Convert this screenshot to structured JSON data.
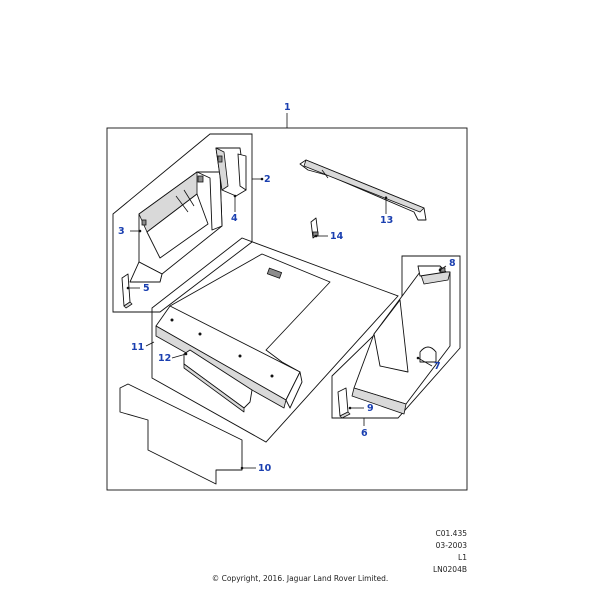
{
  "callouts": [
    {
      "id": "1",
      "text": "1"
    },
    {
      "id": "2",
      "text": "2"
    },
    {
      "id": "3",
      "text": "3"
    },
    {
      "id": "4",
      "text": "4"
    },
    {
      "id": "5",
      "text": "5"
    },
    {
      "id": "6",
      "text": "6"
    },
    {
      "id": "7",
      "text": "7"
    },
    {
      "id": "8",
      "text": "8"
    },
    {
      "id": "9",
      "text": "9"
    },
    {
      "id": "10",
      "text": "10"
    },
    {
      "id": "11",
      "text": "11"
    },
    {
      "id": "12",
      "text": "12"
    },
    {
      "id": "13",
      "text": "13"
    },
    {
      "id": "14",
      "text": "14"
    }
  ],
  "footer": {
    "code": "C01.435",
    "date": "03-2003",
    "level": "L1",
    "illustration_id": "LN0204B",
    "copyright": "© Copyright, 2016. Jaguar Land Rover Limited."
  },
  "colors": {
    "callout": "#1a3fb0",
    "line": "#111111"
  }
}
